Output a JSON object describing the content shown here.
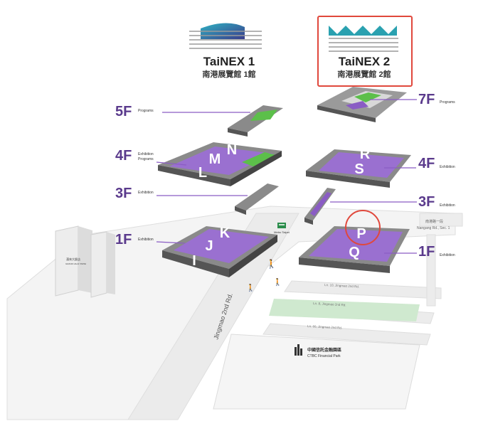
{
  "buildings": {
    "tainex1": {
      "name": "TaiNEX 1",
      "name_zh": "南港展覽館 1館"
    },
    "tainex2": {
      "name": "TaiNEX 2",
      "name_zh": "南港展覽館 2館"
    }
  },
  "floors": {
    "t1_5f": {
      "label": "5F",
      "sub": "Programs"
    },
    "t1_4f": {
      "label": "4F",
      "sub1": "Exhibition",
      "sub2": "Programs"
    },
    "t1_3f": {
      "label": "3F",
      "sub": "Exhibition"
    },
    "t1_1f": {
      "label": "1F",
      "sub": "Exhibition"
    },
    "t2_7f": {
      "label": "7F",
      "sub": "Programs"
    },
    "t2_4f": {
      "label": "4F",
      "sub": "Exhibition"
    },
    "t2_3f": {
      "label": "3F",
      "sub": "Exhibition"
    },
    "t2_1f": {
      "label": "1F",
      "sub": "Exhibition"
    }
  },
  "halls": {
    "L": "L",
    "M": "M",
    "N": "N",
    "I": "I",
    "J": "J",
    "K": "K",
    "R": "R",
    "S": "S",
    "P": "P",
    "Q": "Q"
  },
  "streets": {
    "nangang_zh": "南港路一段",
    "nangang_en": "Nangang Rd., Sec. 1",
    "jingmao": "Jingmao 2nd Rd.",
    "lane1": "Ln. 10, Jingmao 2nd Rd.",
    "lane2": "Ln. 8, Jingmao 2nd Rd.",
    "lane3": "Ln. 66, Jingmao 2nd Rd."
  },
  "landmarks": {
    "metro": "Metro Taipei",
    "grand_hilai_zh": "漢來大飯店",
    "grand_hilai_en": "GRAND HILAI TAIPEI",
    "ctbc_zh": "中國信託金融園區",
    "ctbc_en": "CTBC Financial Park"
  },
  "colors": {
    "purple": "#8a5cc4",
    "purple_dark": "#5a3a8c",
    "green": "#5cbf4a",
    "gray_slab": "#7a7a7a",
    "highlight_red": "#e0483c",
    "teal": "#2aa1b0"
  },
  "icons": {
    "tainex1_logo": "wave-logo-icon",
    "tainex2_logo": "triangle-logo-icon",
    "pedestrian": "pedestrian-icon",
    "metro": "metro-icon"
  }
}
